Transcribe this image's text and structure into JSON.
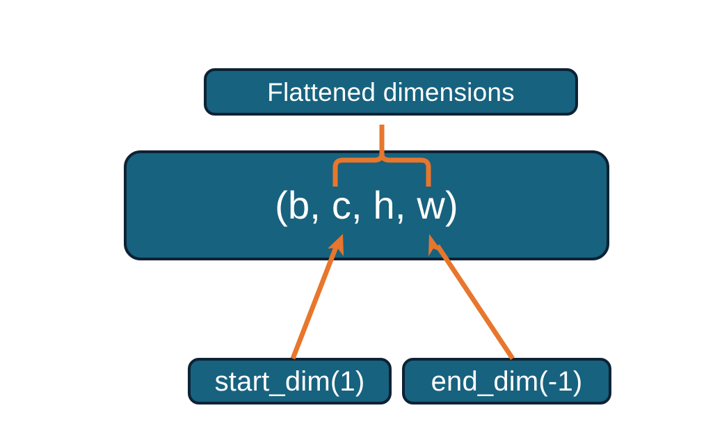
{
  "diagram": {
    "title_box": {
      "label": "Flattened dimensions",
      "name": "flattened-dimensions-box"
    },
    "shape_box": {
      "label": "(b, c, h, w)",
      "name": "tensor-shape-box"
    },
    "start_dim_box": {
      "label": "start_dim(1)",
      "name": "start-dim-box"
    },
    "end_dim_box": {
      "label": "end_dim(-1)",
      "name": "end-dim-box"
    },
    "connectors": {
      "brace": "curly-brace-connector",
      "start_dim_arrow": "start-dim-arrow",
      "end_dim_arrow": "end-dim-arrow"
    },
    "colors": {
      "box_fill": "#17627F",
      "box_border": "#0D2234",
      "box_text": "#FFFFFF",
      "accent_orange": "#E8762C",
      "background": "#FFFFFF"
    }
  }
}
